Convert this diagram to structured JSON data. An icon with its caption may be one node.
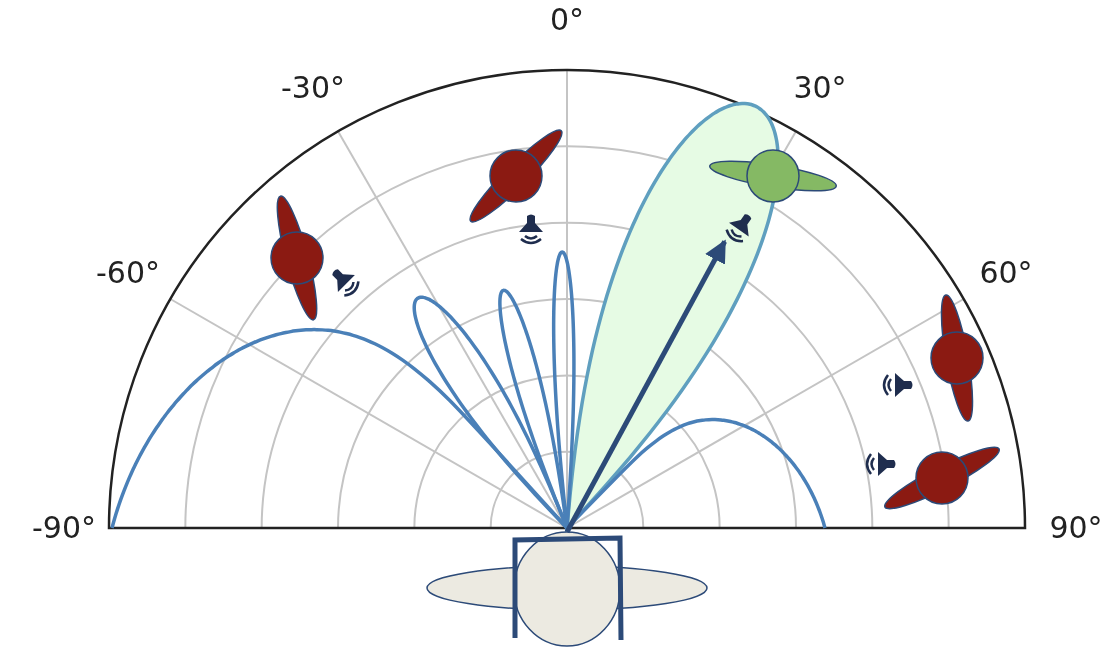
{
  "diagram": {
    "nodes": [
      {
        "text": [],
        "shape": "drone"
      },
      {
        "text": [],
        "shape": "speaker"
      }
    ],
    "edges": [
      {
        "from": 0,
        "to": 1,
        "arrow": "to"
      }
    ],
    "labels": [
      "0°",
      "-30°",
      "30°",
      "-60°",
      "60°",
      "-90°",
      "90°"
    ]
  }
}
